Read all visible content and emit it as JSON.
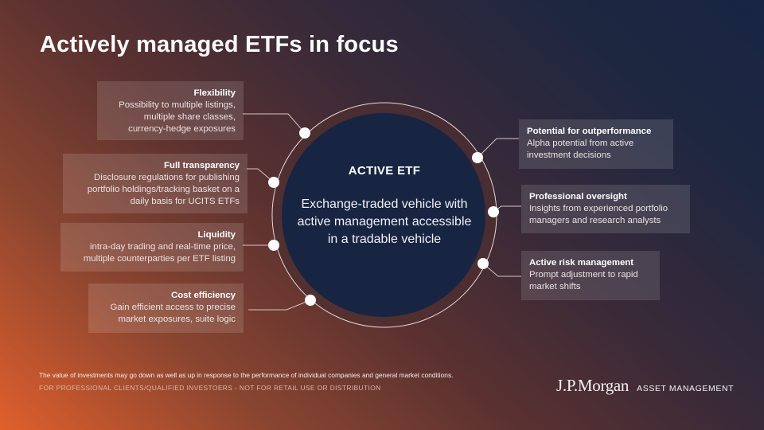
{
  "title": "Actively managed ETFs in focus",
  "center": {
    "title": "ACTIVE ETF",
    "description": "Exchange-traded vehicle with active management accessible in a tradable vehicle"
  },
  "left_features": [
    {
      "heading": "Flexibility",
      "body": "Possibility to multiple listings, multiple share classes, currency-hedge exposures"
    },
    {
      "heading": "Full transparency",
      "body": "Disclosure regulations for publishing portfolio holdings/tracking basket on a daily basis for UCITS ETFs"
    },
    {
      "heading": "Liquidity",
      "body": "intra-day trading and real-time price, multiple counterparties per ETF listing"
    },
    {
      "heading": "Cost efficiency",
      "body": "Gain efficient access to precise market exposures, suite logic"
    }
  ],
  "right_features": [
    {
      "heading": "Potential for outperformance",
      "body": "Alpha potential from active investment decisions"
    },
    {
      "heading": "Professional oversight",
      "body": "Insights from experienced portfolio managers and research analysts"
    },
    {
      "heading": "Active risk management",
      "body": "Prompt adjustment to rapid market shifts"
    }
  ],
  "footer": {
    "disclaimer": "The value of investments may go down as well as up in response to the performance of individual companies and general market conditions.",
    "audience": "FOR PROFESSIONAL CLIENTS/QUALIFIED INVESTOERS - NOT FOR RETAIL USE OR DISTRIBUTION",
    "logo_brand": "J.P.Morgan",
    "logo_division": "ASSET MANAGEMENT"
  },
  "colors": {
    "navy": "#172543",
    "orange": "#e0602c",
    "halo": "#4e2f30",
    "white": "#ffffff"
  }
}
